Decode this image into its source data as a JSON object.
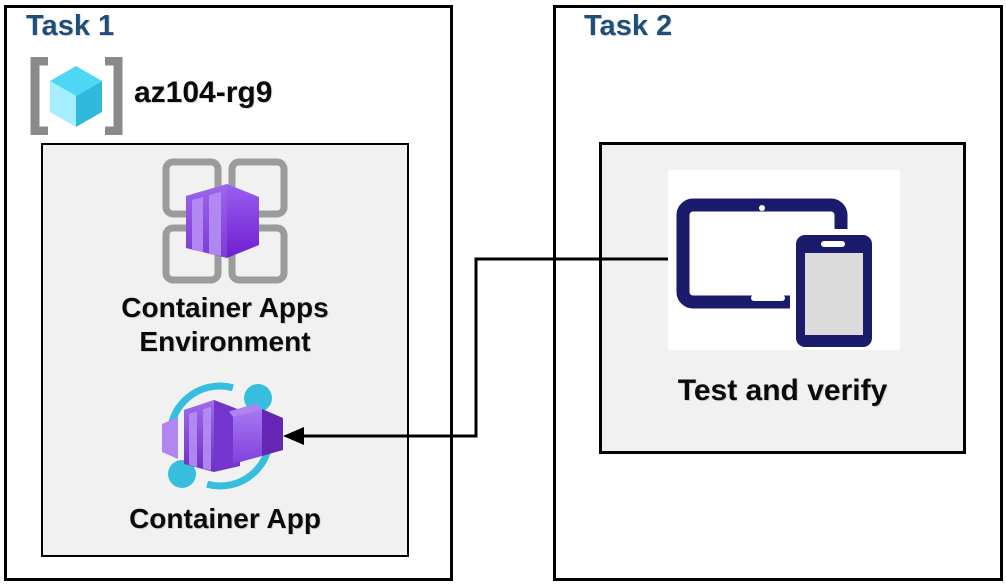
{
  "task1": {
    "title": "Task 1",
    "resource_group": {
      "name": "az104-rg9",
      "icon": "resource-group-icon"
    },
    "environment": {
      "label_line1": "Container Apps",
      "label_line2": "Environment",
      "icon": "container-apps-environment-icon"
    },
    "container_app": {
      "label": "Container App",
      "icon": "container-app-icon"
    }
  },
  "task2": {
    "title": "Task 2",
    "test_and_verify": {
      "label": "Test and verify",
      "icon": "devices-tablet-phone-icon"
    }
  },
  "connector": {
    "type": "elbow",
    "arrowhead": "points-left-at-container-app"
  },
  "colors": {
    "heading": "#1F4E79",
    "connector": "#000000",
    "device_navy": "#1B1B6B",
    "cyan": "#35BEDD",
    "cube_top": "#4DD7F4",
    "cube_left": "#A5EEFF",
    "cube_right": "#2FB9DC",
    "bracket_gray": "#8A8A8A",
    "frame_gray": "#9B9B9B",
    "purple_light": "#B58EF4",
    "purple_mid": "#8A4FE0",
    "purple_dark": "#6A25C0",
    "panel_fill": "#F1F1F1"
  }
}
